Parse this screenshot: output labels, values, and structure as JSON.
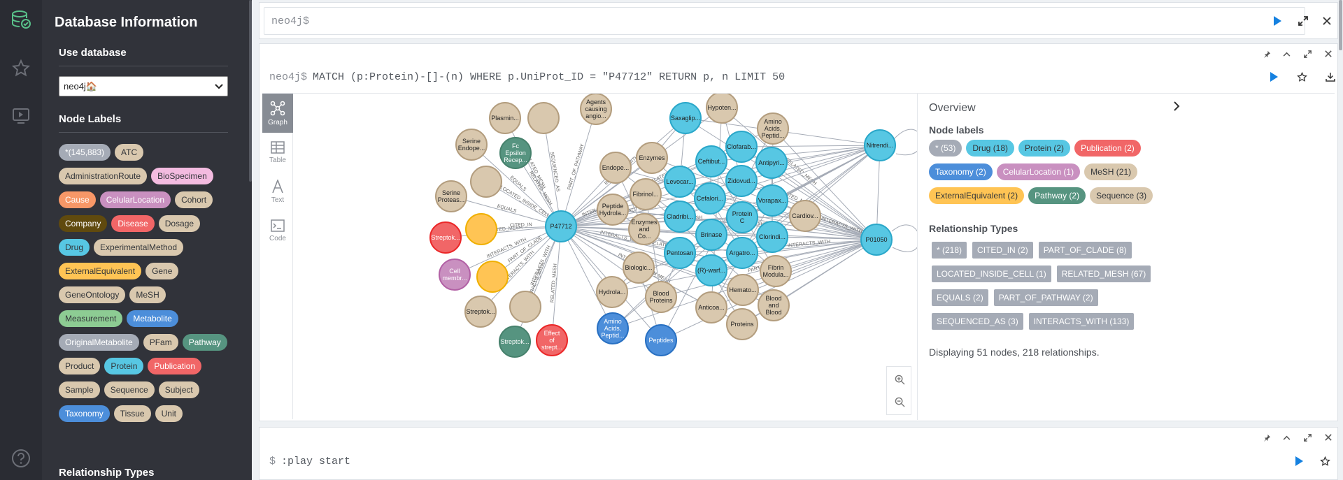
{
  "drawer": {
    "title": "Database Information",
    "use_database_heading": "Use database",
    "database_selected": "neo4j🏠",
    "node_labels_heading": "Node Labels",
    "relationship_types_heading": "Relationship Types",
    "labels": [
      {
        "text": "*(145,883)",
        "color": "#a5abb6",
        "inv": true
      },
      {
        "text": "ATC",
        "color": "#d9c8ae"
      },
      {
        "text": "AdministrationRoute",
        "color": "#d9c8ae"
      },
      {
        "text": "BioSpecimen",
        "color": "#f3bbe0"
      },
      {
        "text": "Cause",
        "color": "#f79767",
        "inv": true
      },
      {
        "text": "CelularLocation",
        "color": "#c990c0",
        "inv": true
      },
      {
        "text": "Cohort",
        "color": "#d9c8ae"
      },
      {
        "text": "Company",
        "color": "#604a0e",
        "inv": true
      },
      {
        "text": "Disease",
        "color": "#f16667",
        "inv": true
      },
      {
        "text": "Dosage",
        "color": "#d9c8ae"
      },
      {
        "text": "Drug",
        "color": "#57c7e3"
      },
      {
        "text": "ExperimentalMethod",
        "color": "#d9c8ae"
      },
      {
        "text": "ExternalEquivalent",
        "color": "#ffc454"
      },
      {
        "text": "Gene",
        "color": "#d9c8ae"
      },
      {
        "text": "GeneOntology",
        "color": "#d9c8ae"
      },
      {
        "text": "MeSH",
        "color": "#d9c8ae"
      },
      {
        "text": "Measurement",
        "color": "#8dcc93"
      },
      {
        "text": "Metabolite",
        "color": "#4c8eda",
        "inv": true
      },
      {
        "text": "OriginalMetabolite",
        "color": "#a5abb6",
        "inv": true
      },
      {
        "text": "PFam",
        "color": "#d9c8ae"
      },
      {
        "text": "Pathway",
        "color": "#569480",
        "inv": true
      },
      {
        "text": "Product",
        "color": "#d9c8ae"
      },
      {
        "text": "Protein",
        "color": "#57c7e3"
      },
      {
        "text": "Publication",
        "color": "#f16667",
        "inv": true
      },
      {
        "text": "Sample",
        "color": "#d9c8ae"
      },
      {
        "text": "Sequence",
        "color": "#d9c8ae"
      },
      {
        "text": "Subject",
        "color": "#d9c8ae"
      },
      {
        "text": "Taxonomy",
        "color": "#4c8eda",
        "inv": true
      },
      {
        "text": "Tissue",
        "color": "#d9c8ae"
      },
      {
        "text": "Unit",
        "color": "#d9c8ae"
      }
    ]
  },
  "top_editor": {
    "prompt": "neo4j$",
    "query": ""
  },
  "result_frame": {
    "prompt": "neo4j$",
    "query": "MATCH (p:Protein)-[]-(n) WHERE p.UniProt_ID = \"P47712\" RETURN p, n LIMIT 50",
    "tabs": [
      "Graph",
      "Table",
      "Text",
      "Code"
    ],
    "overview": {
      "title": "Overview",
      "node_labels_heading": "Node labels",
      "node_labels": [
        {
          "text": "* (53)",
          "color": "#a5abb6",
          "inv": true
        },
        {
          "text": "Drug (18)",
          "color": "#57c7e3"
        },
        {
          "text": "Protein (2)",
          "color": "#57c7e3"
        },
        {
          "text": "Publication (2)",
          "color": "#f16667",
          "inv": true
        },
        {
          "text": "Taxonomy (2)",
          "color": "#4c8eda",
          "inv": true
        },
        {
          "text": "CelularLocation (1)",
          "color": "#c990c0",
          "inv": true
        },
        {
          "text": "MeSH (21)",
          "color": "#d9c8ae"
        },
        {
          "text": "ExternalEquivalent (2)",
          "color": "#ffc454"
        },
        {
          "text": "Pathway (2)",
          "color": "#569480",
          "inv": true
        },
        {
          "text": "Sequence (3)",
          "color": "#d9c8ae"
        }
      ],
      "rel_types_heading": "Relationship Types",
      "rel_types": [
        "* (218)",
        "CITED_IN (2)",
        "PART_OF_CLADE (8)",
        "LOCATED_INSIDE_CELL (1)",
        "RELATED_MESH (67)",
        "EQUALS (2)",
        "PART_OF_PATHWAY (2)",
        "SEQUENCED_AS (3)",
        "INTERACTS_WITH (133)"
      ],
      "summary": "Displaying 51 nodes, 218 relationships."
    }
  },
  "bottom_editor": {
    "prompt": "$",
    "query": ":play start"
  },
  "graph": {
    "colors": {
      "mesh": "#d9c8ae",
      "drug": "#57c7e3",
      "pathway": "#569480",
      "publication": "#f16667",
      "external": "#ffc454",
      "celular": "#c990c0",
      "taxonomy": "#4c8eda"
    },
    "nodes": [
      {
        "id": "P47712",
        "label": "P47712",
        "type": "drug"
      },
      {
        "id": "P01050",
        "label": "P01050",
        "type": "drug"
      },
      {
        "id": "nit",
        "label": "Nitrendi...",
        "type": "drug"
      },
      {
        "id": "plasmin",
        "label": "Plasmin...",
        "type": "mesh"
      },
      {
        "id": "m1",
        "label": "",
        "type": "mesh"
      },
      {
        "id": "agents",
        "label": "Agents causing angio...",
        "type": "mesh"
      },
      {
        "id": "fc",
        "label": "Fc Epsilon Recep...",
        "type": "pathway"
      },
      {
        "id": "serineE",
        "label": "Serine Endope...",
        "type": "mesh"
      },
      {
        "id": "m2",
        "label": "",
        "type": "mesh"
      },
      {
        "id": "serineP",
        "label": "Serine Proteas...",
        "type": "mesh"
      },
      {
        "id": "strep1",
        "label": "Streptok...",
        "type": "publication"
      },
      {
        "id": "ext1",
        "label": "",
        "type": "external"
      },
      {
        "id": "cell",
        "label": "Cell membr...",
        "type": "celular"
      },
      {
        "id": "ext2",
        "label": "",
        "type": "external"
      },
      {
        "id": "strep2",
        "label": "Streptok...",
        "type": "mesh"
      },
      {
        "id": "m3",
        "label": "",
        "type": "mesh"
      },
      {
        "id": "strep3",
        "label": "Streptok...",
        "type": "pathway"
      },
      {
        "id": "effect",
        "label": "Effect of strept...",
        "type": "publication"
      },
      {
        "id": "saxa",
        "label": "Saxaglip...",
        "type": "drug"
      },
      {
        "id": "hypo",
        "label": "Hypoten...",
        "type": "mesh"
      },
      {
        "id": "endope",
        "label": "Endope...",
        "type": "mesh"
      },
      {
        "id": "enzymes",
        "label": "Enzymes",
        "type": "mesh"
      },
      {
        "id": "amino1",
        "label": "Amino Acids, Peptid...",
        "type": "mesh"
      },
      {
        "id": "clofa",
        "label": "Clofarab...",
        "type": "drug"
      },
      {
        "id": "ceftib",
        "label": "Ceftibut...",
        "type": "drug"
      },
      {
        "id": "antipy",
        "label": "Antipyri...",
        "type": "drug"
      },
      {
        "id": "fibrinol",
        "label": "Fibrinol...",
        "type": "mesh"
      },
      {
        "id": "levocar",
        "label": "Levocar...",
        "type": "drug"
      },
      {
        "id": "zido",
        "label": "Zidovud...",
        "type": "drug"
      },
      {
        "id": "peptide",
        "label": "Peptide Hydrola...",
        "type": "mesh"
      },
      {
        "id": "cefalori",
        "label": "Cefalori...",
        "type": "drug"
      },
      {
        "id": "vorapax",
        "label": "Vorapax...",
        "type": "drug"
      },
      {
        "id": "cladri",
        "label": "Cladribi...",
        "type": "drug"
      },
      {
        "id": "proteinC",
        "label": "Protein C",
        "type": "drug"
      },
      {
        "id": "cardio",
        "label": "Cardiov...",
        "type": "mesh"
      },
      {
        "id": "enzco",
        "label": "Enzymes and Co...",
        "type": "mesh"
      },
      {
        "id": "brinase",
        "label": "Brinase",
        "type": "drug"
      },
      {
        "id": "clorindi",
        "label": "Clorindi...",
        "type": "drug"
      },
      {
        "id": "pentosan",
        "label": "Pentosan",
        "type": "drug"
      },
      {
        "id": "argatro",
        "label": "Argatro...",
        "type": "drug"
      },
      {
        "id": "biologic",
        "label": "Biologic...",
        "type": "mesh"
      },
      {
        "id": "rwarf",
        "label": "(R)-warf...",
        "type": "drug"
      },
      {
        "id": "fibrinmod",
        "label": "Fibrin Modula...",
        "type": "mesh"
      },
      {
        "id": "hydrola",
        "label": "Hydrola...",
        "type": "mesh"
      },
      {
        "id": "bloodprot",
        "label": "Blood Proteins",
        "type": "mesh"
      },
      {
        "id": "hemato",
        "label": "Hemato...",
        "type": "mesh"
      },
      {
        "id": "anticoa",
        "label": "Anticoa...",
        "type": "mesh"
      },
      {
        "id": "bloodblood",
        "label": "Blood and Blood",
        "type": "mesh"
      },
      {
        "id": "amino2",
        "label": "Amino Acids, Peptid...",
        "type": "taxonomy"
      },
      {
        "id": "peptides",
        "label": "Peptides",
        "type": "taxonomy"
      },
      {
        "id": "proteins",
        "label": "Proteins",
        "type": "mesh"
      }
    ],
    "edge_labels": [
      "RELATED_MESH",
      "SEQUENCED_AS",
      "PART_OF_PATHWAY",
      "RELATED_MESH",
      "EQUALS",
      "LOCATED_INSIDE_CELL",
      "EQUALS",
      "RELATED_MESH",
      "CITED_IN",
      "INTERACTS_WITH",
      "PART_OF_CLADE",
      "INTERACTS_WITH",
      "INTERACTS_WITH",
      "INTERACTS_WITH",
      "RELATED_MESH",
      "INTERACTS_WITH",
      "RELATED_MESH",
      "INTERACTS_WITH",
      "INTERACTS_WITH",
      "RELATED_MESH",
      "INTERACTS_WITH",
      "RELATED_MESH",
      "INTERACTS_WITH",
      "RELATED_MESH",
      "RELATED_MESH",
      "RELATED_MESH",
      "RELATED_MESH",
      "INTERACTS_WITH",
      "INTERACTS_WITH",
      "PART_OF_CLADE"
    ]
  }
}
